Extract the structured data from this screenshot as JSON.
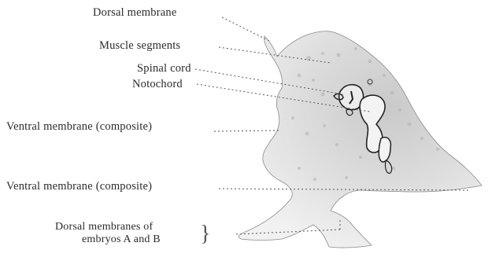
{
  "labels": {
    "dorsal_membrane": "Dorsal membrane",
    "muscle_segments": "Muscle segments",
    "spinal_cord": "Spinal cord",
    "notochord": "Notochord",
    "ventral_membrane_1": "Ventral membrane (composite)",
    "ventral_membrane_2": "Ventral membrane (composite)",
    "dorsal_membranes_line1": "Dorsal membranes of",
    "dorsal_membranes_line2": "embryos A and B"
  }
}
